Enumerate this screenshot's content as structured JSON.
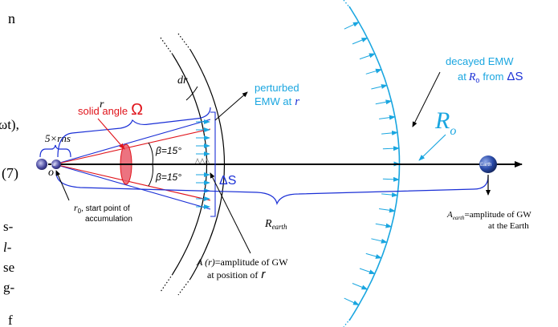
{
  "left_text": {
    "top_fragment": "n",
    "formula_fragment": "ωt),",
    "equation_number": "(7)",
    "para_1": "s-",
    "para_2": "l-",
    "para_3": "se",
    "para_4": "g-",
    "para_5": "f"
  },
  "labels": {
    "solid_angle": "solid angle",
    "omega": "Ω",
    "five_rns": "5×rns",
    "origin": "o",
    "r0_line1": "r",
    "r0_sub": "0",
    "r0_line2": ", start point of",
    "r0_line3": "accumulation",
    "r_small": "r",
    "beta_upper": "β=15°",
    "beta_lower": "β=15°",
    "dr": "dr",
    "delta_s": "ΔS",
    "perturbed_line1": "perturbed",
    "perturbed_line2": "EMW at",
    "perturbed_r": "r",
    "decayed_line1": "decayed EMW",
    "decayed_line2_pre": "at",
    "decayed_R": "R",
    "decayed_sub": "o",
    "decayed_line2_post": "from",
    "decayed_delta": "ΔS",
    "big_R": "R",
    "big_R_sub": "o",
    "r_earth": "R",
    "r_earth_sub": "earth",
    "amp_r_pre": "A (r)",
    "amp_r_post": "=amplitude of  GW",
    "amp_r_line2": "at position of",
    "amp_r_r": "r",
    "amp_earth": "A",
    "amp_earth_sub": "earth",
    "amp_earth_post": "=amplitude of  GW",
    "amp_earth_line2": "at the Earth",
    "earth_label": "Earth",
    "ns_label": "ns"
  },
  "colors": {
    "black": "#000000",
    "blue": "#1a2fd6",
    "cyan": "#1aa6e0",
    "red": "#e0141b",
    "ellipse_fill": "#e95a6a",
    "earth_blue": "#2a4aa8"
  },
  "icons": {
    "earth": "earth-sphere-icon",
    "neutron_star": "neutron-star-icon"
  }
}
